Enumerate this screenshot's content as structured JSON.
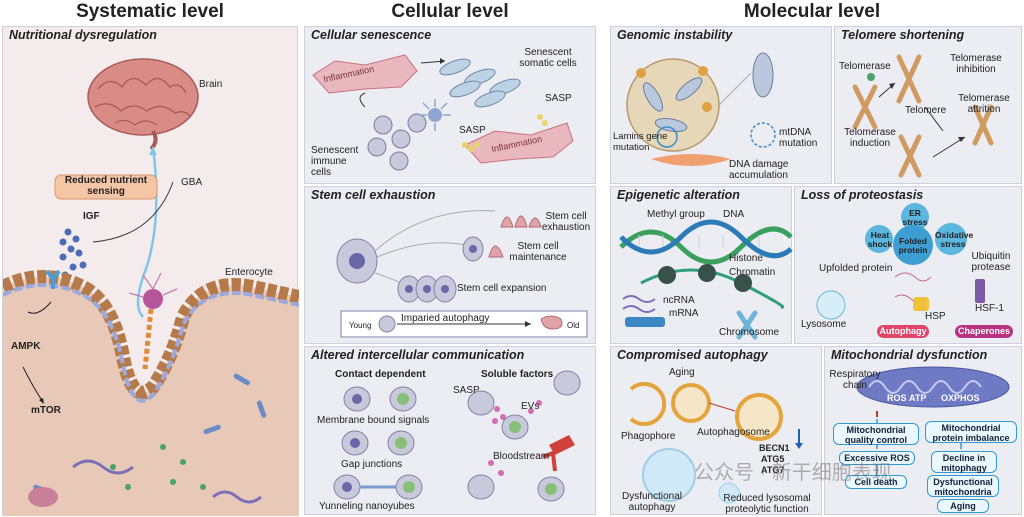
{
  "levels": {
    "systematic": "Systematic level",
    "cellular": "Cellular level",
    "molecular": "Molecular level"
  },
  "systematic": {
    "title": "Nutritional dysregulation",
    "brain": "Brain",
    "gba": "GBA",
    "reduced_nutrient_sensing": "Reduced nutrient sensing",
    "igf": "IGF",
    "enterocyte": "Enterocyte",
    "ampk": "AMPK",
    "mtor": "mTOR"
  },
  "senescence": {
    "title": "Cellular senescence",
    "inflammation_top": "Inflammation",
    "senescent_somatic": "Senescent somatic cells",
    "sasp_right": "SASP",
    "sasp_mid": "SASP",
    "senescent_immune": "Senescent immune cells",
    "inflammation_bottom": "Inflammation"
  },
  "stem": {
    "title": "Stem cell exhaustion",
    "exhaustion": "Stem cell exhaustion",
    "maintenance": "Stem cell maintenance",
    "expansion": "Stem cell expansion",
    "young": "Young",
    "impaired_autophagy": "Imparied autophagy",
    "old": "Old"
  },
  "intercellular": {
    "title": "Altered intercellular communication",
    "contact_dependent": "Contact dependent",
    "soluble_factors": "Soluble factors",
    "membrane_bound": "Membrane bound signals",
    "gap_junctions": "Gap junctions",
    "nanotubes": "Yunneling nanoyubes",
    "sasp": "SASP",
    "evs": "EVs",
    "bloodstream": "Bloodstream"
  },
  "genomic": {
    "title": "Genomic instability",
    "lamins": "Lamins gene mutation",
    "mtdna": "mtDNA mutation",
    "dna_damage": "DNA damage accumulation"
  },
  "telomere": {
    "title": "Telomere shortening",
    "telomerase": "Telomerase",
    "inhibition": "Telomerase inhibition",
    "telomere": "Telomere",
    "attrition": "Telomerase attrition",
    "induction": "Telomerase induction"
  },
  "epigenetic": {
    "title": "Epigenetic alteration",
    "methyl": "Methyl group",
    "dna": "DNA",
    "histone": "Histone",
    "chromatin": "Chromatin",
    "ncrna": "ncRNA",
    "mrna": "mRNA",
    "chromosome": "Chromosome"
  },
  "proteostasis": {
    "title": "Loss of proteostasis",
    "er_stress": "ER stress",
    "heat_shock": "Heat shock",
    "folded_protein": "Folded protein",
    "oxidative_stress": "Oxidative stress",
    "upfolded": "Upfolded protein",
    "ubiquitin": "Ubiquitin protease",
    "hsf1": "HSF-1",
    "lysosome": "Lysosome",
    "hsp": "HSP",
    "autophagy": "Autophagy",
    "chaperones": "Chaperones"
  },
  "autophagy": {
    "title": "Compromised autophagy",
    "aging": "Aging",
    "phagophore": "Phagophore",
    "autophagosome": "Autophagosome",
    "becn1": "BECN1",
    "atg5": "ATG5",
    "atg7": "ATG7",
    "dysfunctional": "Dysfunctional autophagy",
    "reduced_lysosomal": "Reduced lysosomal proteolytic function"
  },
  "mito": {
    "title": "Mitochondrial dysfunction",
    "respiratory_chain": "Respiratory chain",
    "ros": "ROS",
    "atp": "ATP",
    "oxphos": "OXPHOS",
    "quality_control": "Mitochondrial quality control",
    "protein_imbalance": "Mitochondrial protein imbalance",
    "excessive_ros": "Excessive ROS",
    "decline_mitophagy": "Decline in mitophagy",
    "cell_death": "Cell death",
    "dysfunctional_mito": "Dysfunctional mitochondria",
    "aging": "Aging"
  },
  "watermark": "公众号 · 新干细胞表现",
  "colors": {
    "panel_bg": "#ececf3",
    "inflammation": "#d9828c",
    "autophagy_pill": "#e0456b",
    "chaperones_pill": "#b8327f",
    "mito_box_border": "#2f9bd0",
    "brain": "#d98b86",
    "gut": "#b67a4a"
  }
}
